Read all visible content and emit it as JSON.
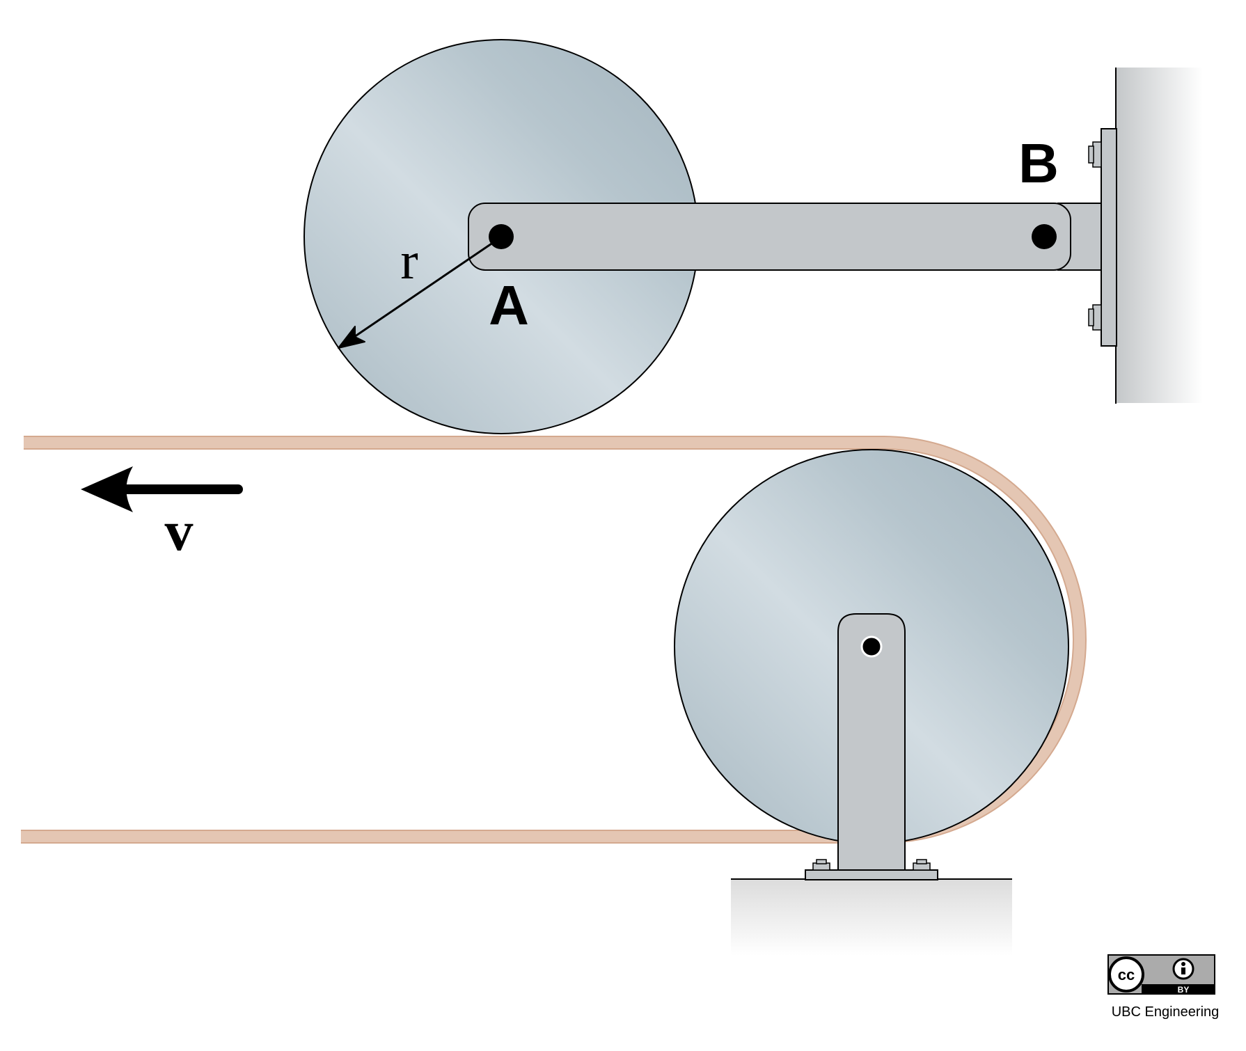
{
  "labels": {
    "point_a": "A",
    "point_b": "B",
    "radius": "r",
    "velocity": "v"
  },
  "license": {
    "cc_text": "cc",
    "by_text": "BY",
    "credit": "UBC Engineering"
  },
  "icons": {
    "velocity_arrow": "left-arrow-icon",
    "radius_arrow": "dimension-arrow-icon",
    "cc_logo": "cc-by-icon"
  },
  "colors": {
    "disc_light": "#d2dce2",
    "disc_dark": "#a7b8c1",
    "metal": "#c3c7ca",
    "belt": "#e4c6b3",
    "belt_edge": "#d4a98f",
    "outline": "#000000"
  }
}
